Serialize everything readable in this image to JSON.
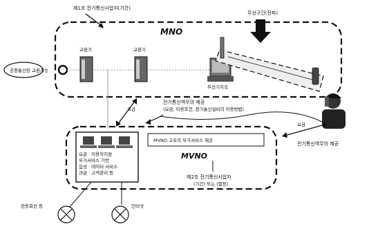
{
  "labels": {
    "mno_header": "제1조 전기통신사업자(기간)",
    "mno": "MNO",
    "mvno": "MVNO",
    "wireless_link": "무선구간(전파)",
    "ring_network": "공중통신망 교환기능",
    "exchange_1": "교환기",
    "exchange_2": "교환기",
    "base_station": "무선기지국",
    "payment_left": "요금",
    "payment_right": "요금",
    "provision_line1": "전기통신역무의 제공",
    "provision_line2": "(요금, 이용조건, 전기통신설비의 이용방법)",
    "services_line1": "요금 · 이용자지원",
    "services_line2": "부가서비스 기반",
    "services_line3": "음성 · 데이터 서비스",
    "services_line4": "과금 · 고객관리 등",
    "mvno_inner_box": "MVNO 고유의 부가서비스 제공",
    "reg_line1": "제2조 전기통신사업자",
    "reg_line2": "(기간) 또는 (별정)",
    "bottom_left": "전용회선 등",
    "bottom_right": "인터넷",
    "customer_provision": "전기통신역무의 제공"
  }
}
